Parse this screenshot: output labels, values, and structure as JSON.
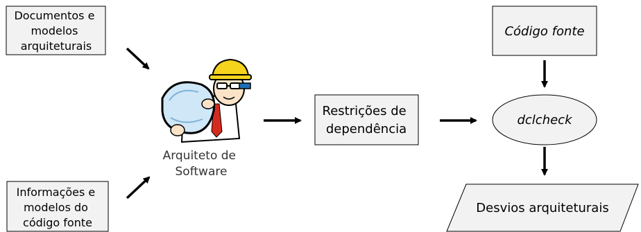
{
  "boxes": {
    "docs": [
      "Documentos e",
      "modelos",
      "arquiteturais"
    ],
    "info": [
      "Informações e",
      "modelos do",
      "código fonte"
    ],
    "restricoes": [
      "Restrições de",
      "dependência"
    ],
    "codigo": "Código fonte",
    "dclcheck": "dclcheck",
    "desvios": "Desvios arquiteturais"
  },
  "architect": {
    "caption": [
      "Arquiteto de",
      "Software"
    ],
    "icon": "architect-icon"
  },
  "colors": {
    "box_fill": "#f2f2f2",
    "hardhat": "#f5d31c",
    "tie": "#d52b1e",
    "blueprint": "#cfe7f7"
  }
}
